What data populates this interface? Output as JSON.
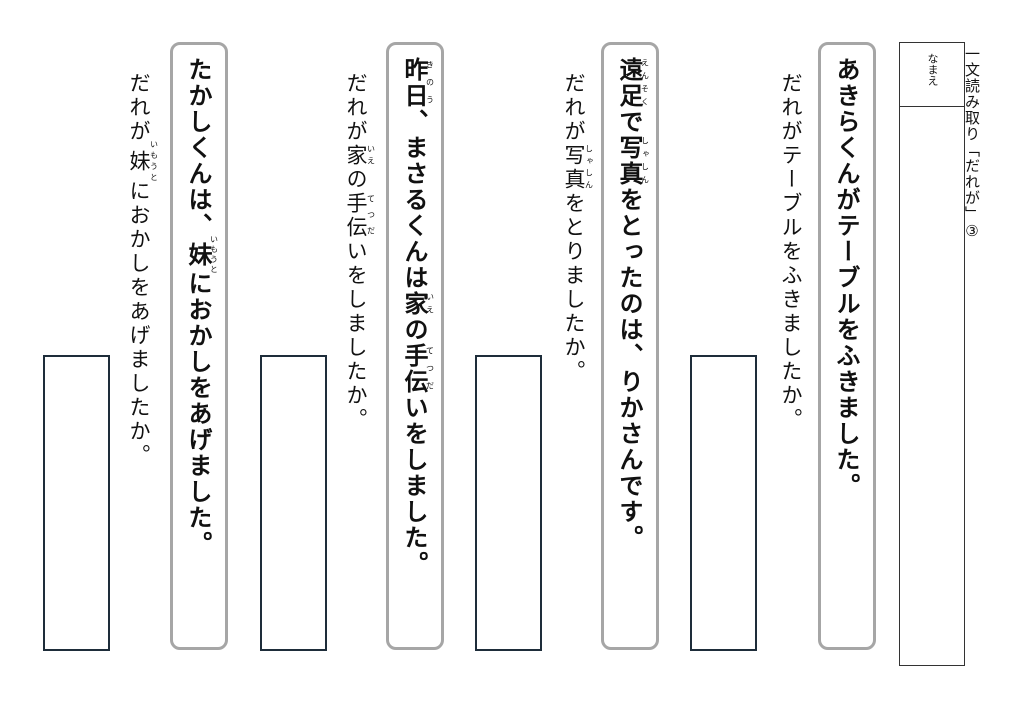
{
  "title": "一文読み取り「だれが」③",
  "name_label": "なまえ",
  "items": [
    {
      "sentence": [
        {
          "t": "あきらくんがテーブルをふきました。"
        }
      ],
      "question": [
        {
          "t": "だれがテーブルをふきましたか。"
        }
      ]
    },
    {
      "sentence": [
        {
          "t": "遠足",
          "r": "えんそく"
        },
        {
          "t": "で"
        },
        {
          "t": "写真",
          "r": "しゃしん"
        },
        {
          "t": "をとったのは、りかさんです。"
        }
      ],
      "question": [
        {
          "t": "だれが"
        },
        {
          "t": "写真",
          "r": "しゃしん"
        },
        {
          "t": "をとりましたか。"
        }
      ]
    },
    {
      "sentence": [
        {
          "t": "昨日",
          "r": "きのう"
        },
        {
          "t": "、まさるくんは"
        },
        {
          "t": "家",
          "r": "いえ"
        },
        {
          "t": "の"
        },
        {
          "t": "手伝",
          "r": "てつだ"
        },
        {
          "t": "いをしました。"
        }
      ],
      "question": [
        {
          "t": "だれが"
        },
        {
          "t": "家",
          "r": "いえ"
        },
        {
          "t": "の"
        },
        {
          "t": "手伝",
          "r": "てつだ"
        },
        {
          "t": "いをしましたか。"
        }
      ]
    },
    {
      "sentence": [
        {
          "t": "たかしくんは、"
        },
        {
          "t": "妹",
          "r": "いもうと"
        },
        {
          "t": "におかしをあげました。"
        }
      ],
      "question": [
        {
          "t": "だれが"
        },
        {
          "t": "妹",
          "r": "いもうと"
        },
        {
          "t": "におかしをあげましたか。"
        }
      ]
    }
  ]
}
